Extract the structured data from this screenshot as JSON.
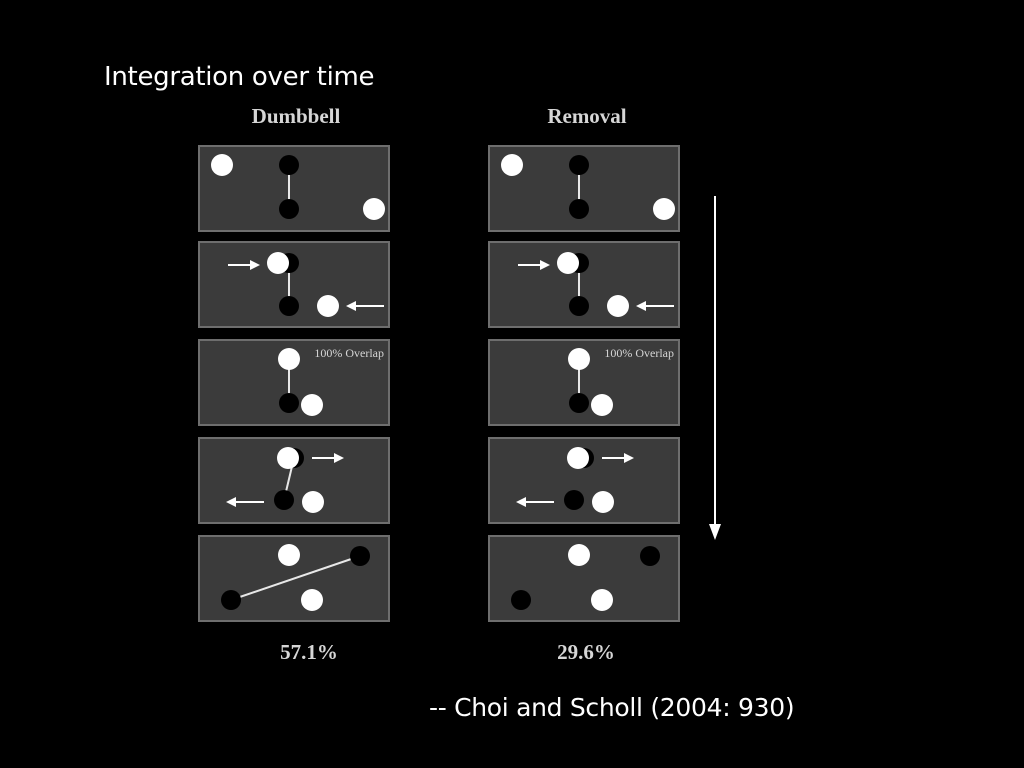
{
  "title": "Integration over time",
  "columns": [
    {
      "heading": "Dumbbell",
      "percent": "57.1%",
      "frames": [
        {
          "overlap_label": ""
        },
        {
          "overlap_label": ""
        },
        {
          "overlap_label": "100% Overlap"
        },
        {
          "overlap_label": ""
        },
        {
          "overlap_label": ""
        }
      ]
    },
    {
      "heading": "Removal",
      "percent": "29.6%",
      "frames": [
        {
          "overlap_label": ""
        },
        {
          "overlap_label": ""
        },
        {
          "overlap_label": "100% Overlap"
        },
        {
          "overlap_label": ""
        },
        {
          "overlap_label": ""
        }
      ]
    }
  ],
  "citation": "-- Choi and Scholl (2004: 930)",
  "colors": {
    "background": "#000000",
    "frame_fill": "#3b3b3b",
    "frame_border": "#6e6e6e",
    "white_disc": "#ffffff",
    "black_disc": "#000000",
    "text_light": "#d6d6d6"
  },
  "icons": [
    "right-arrow-icon",
    "left-arrow-icon",
    "time-arrow-down-icon"
  ]
}
